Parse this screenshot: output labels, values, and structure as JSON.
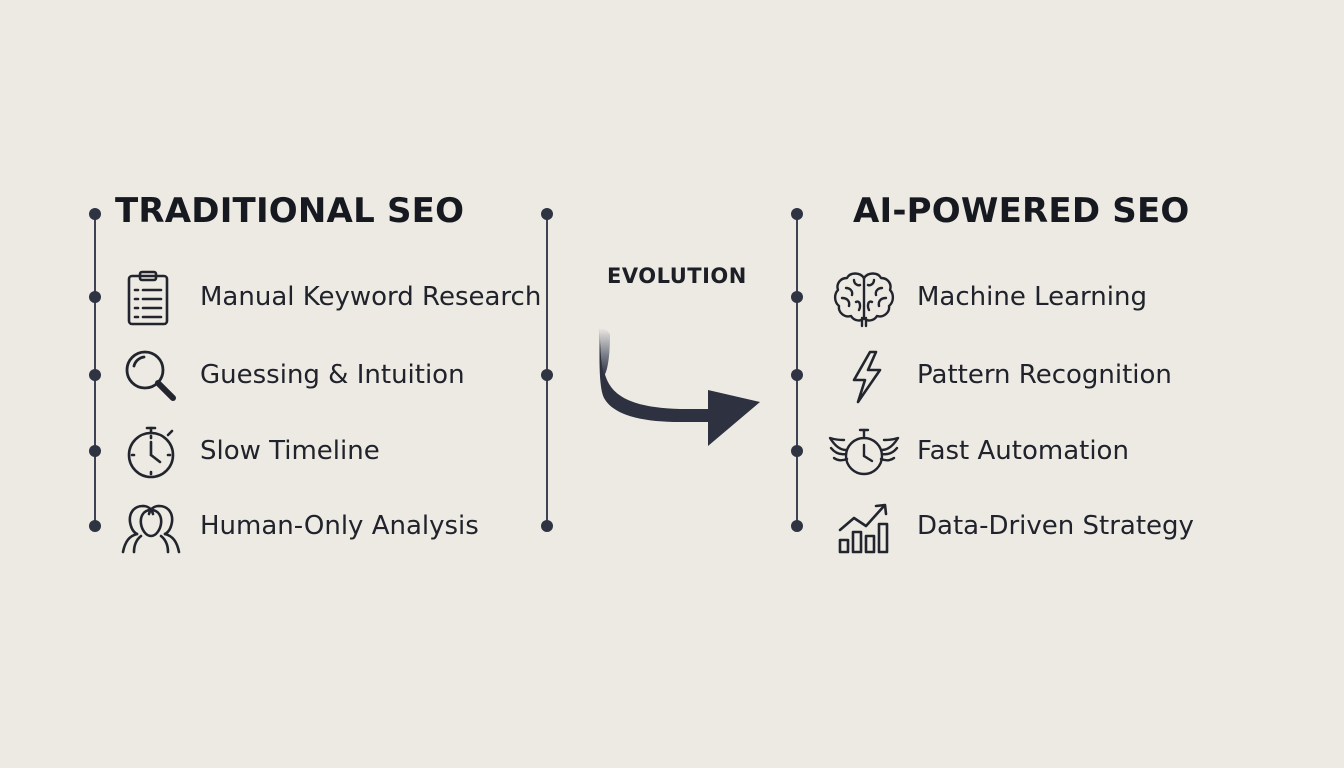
{
  "colors": {
    "background": "#ede9e3",
    "ink": "#2f3442",
    "arrow": "#2d3140"
  },
  "traditional": {
    "title": "TRADITIONAL SEO",
    "items": [
      {
        "label": "Manual Keyword Research",
        "icon": "clipboard-checklist-icon"
      },
      {
        "label": "Guessing & Intuition",
        "icon": "magnifying-glass-icon"
      },
      {
        "label": "Slow Timeline",
        "icon": "stopwatch-icon"
      },
      {
        "label": "Human-Only Analysis",
        "icon": "people-icon"
      }
    ]
  },
  "connector": {
    "label": "EVOLUTION",
    "icon": "curved-arrow-right-icon"
  },
  "ai": {
    "title": "AI-POWERED SEO",
    "items": [
      {
        "label": "Machine Learning",
        "icon": "brain-icon"
      },
      {
        "label": "Pattern Recognition",
        "icon": "lightning-bolt-icon"
      },
      {
        "label": "Fast Automation",
        "icon": "winged-stopwatch-icon"
      },
      {
        "label": "Data-Driven Strategy",
        "icon": "bar-chart-trend-icon"
      }
    ]
  }
}
